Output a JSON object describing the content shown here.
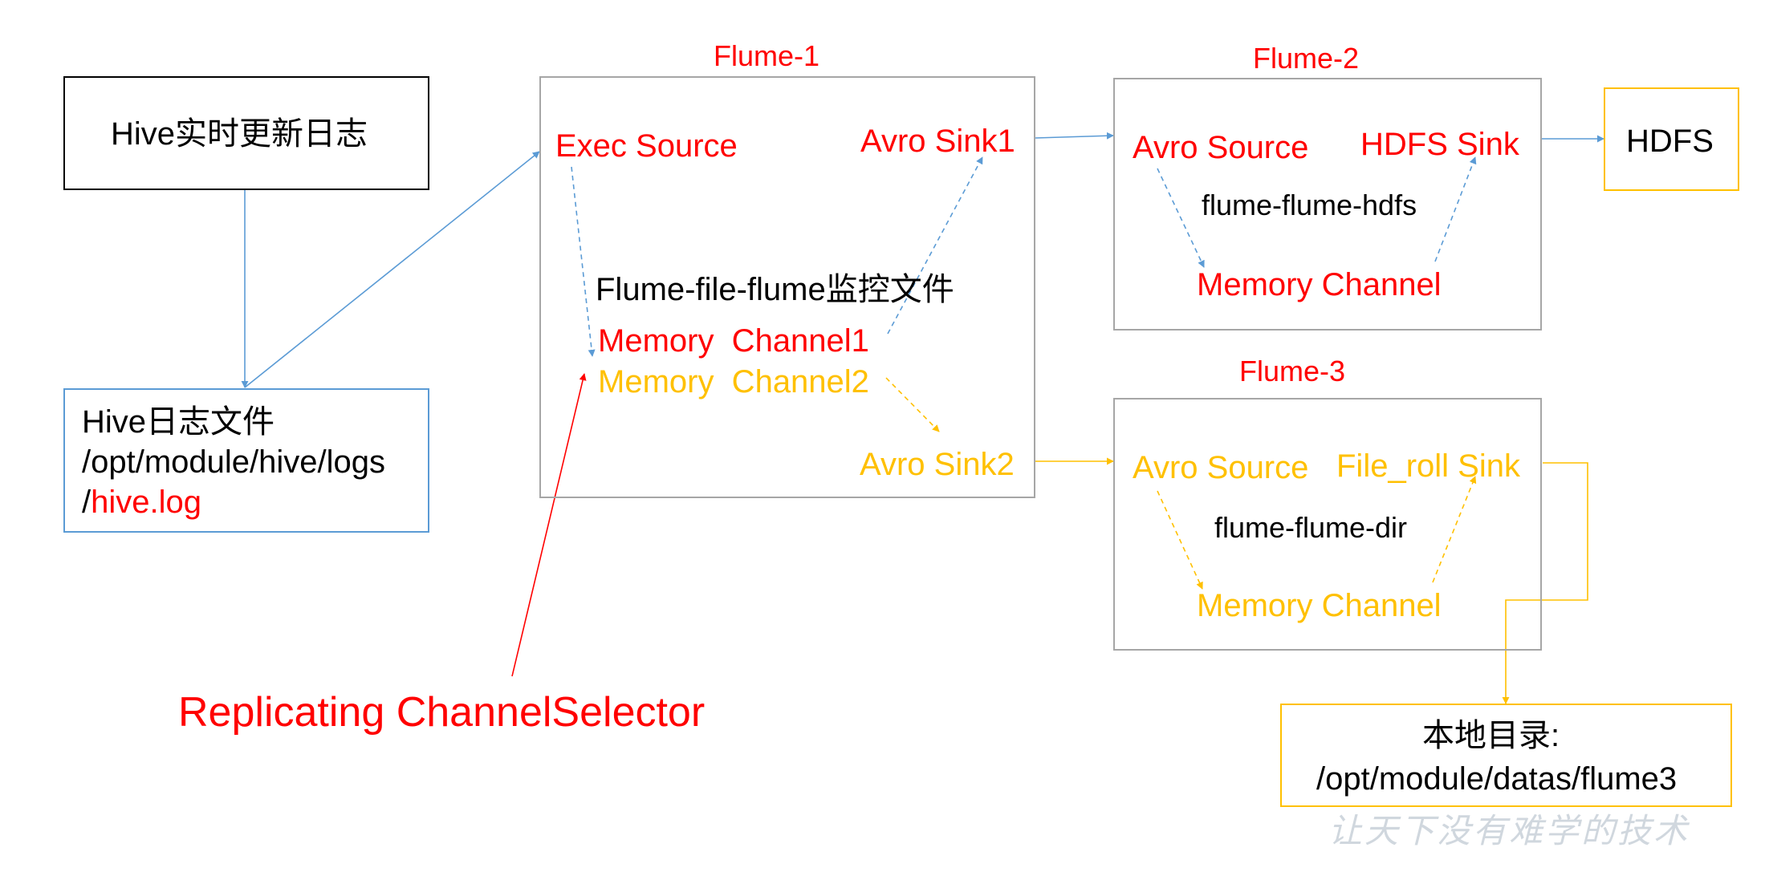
{
  "hive_log_box": {
    "label": "Hive实时更新日志"
  },
  "hive_file_box": {
    "line1": "Hive日志文件",
    "line2": "/opt/module/hive/logs",
    "line3_prefix": "/",
    "line3_red": "hive.log"
  },
  "flume1": {
    "title": "Flume-1",
    "exec_source": "Exec Source",
    "avro_sink1": "Avro Sink1",
    "config_label": "Flume-file-flume监控文件",
    "memory_channel1": "Memory  Channel1",
    "memory_channel2": "Memory  Channel2",
    "avro_sink2": "Avro Sink2"
  },
  "flume2": {
    "title": "Flume-2",
    "avro_source": "Avro Source",
    "hdfs_sink": "HDFS Sink",
    "config_label": "flume-flume-hdfs",
    "memory_channel": "Memory Channel"
  },
  "flume3": {
    "title": "Flume-3",
    "avro_source": "Avro Source",
    "file_roll_sink": "File_roll Sink",
    "config_label": "flume-flume-dir",
    "memory_channel": "Memory Channel"
  },
  "hdfs_box": {
    "label": "HDFS"
  },
  "local_dir_box": {
    "line1": "本地目录:",
    "line2": "/opt/module/datas/flume3"
  },
  "selector_label": "Replicating ChannelSelector",
  "watermark": "让天下没有难学的技术",
  "colors": {
    "red": "#ff0000",
    "yellow": "#ffc000",
    "blue": "#5b9bd5",
    "gray": "#a6a6a6"
  }
}
